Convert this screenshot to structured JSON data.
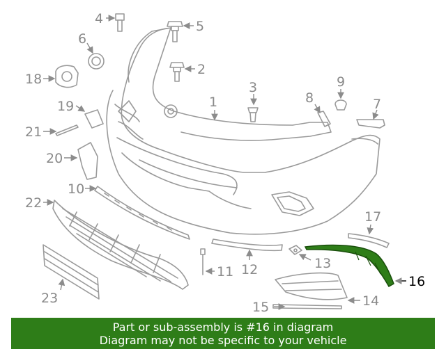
{
  "diagram": {
    "callouts": [
      "1",
      "2",
      "3",
      "4",
      "5",
      "6",
      "7",
      "8",
      "9",
      "10",
      "11",
      "12",
      "13",
      "14",
      "15",
      "16",
      "17",
      "18",
      "19",
      "20",
      "21",
      "22",
      "23"
    ],
    "highlighted_part": "16",
    "highlight_color": "#2e7d18",
    "line_color": "#9a9a9a"
  },
  "banner": {
    "line1": "Part or sub-assembly is #16 in diagram",
    "line2": "Diagram may not be specific to your vehicle",
    "background": "#2e7d18",
    "text_color": "#ffffff"
  }
}
